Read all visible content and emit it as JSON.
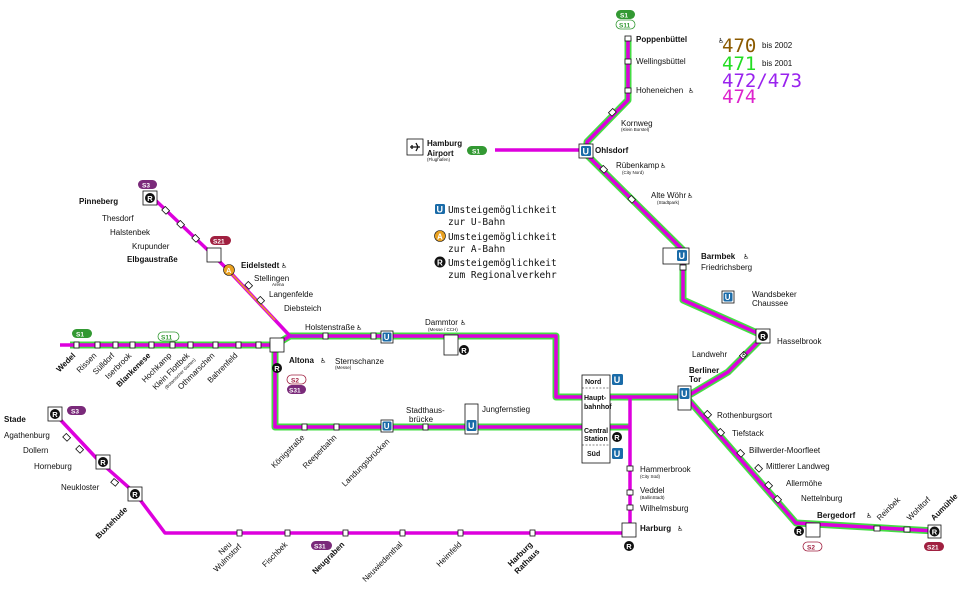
{
  "legend": {
    "lines": [
      {
        "number": "470",
        "note": "bis 2002",
        "color": "#8B5A00"
      },
      {
        "number": "471",
        "note": "bis 2001",
        "color": "#22DD22"
      },
      {
        "number": "472/473",
        "note": "",
        "color": "#9922EE"
      },
      {
        "number": "474",
        "note": "",
        "color": "#DD22CC"
      }
    ],
    "symbols": [
      {
        "icon": "U",
        "line1": "Umsteigemöglichkeit",
        "line2": "zur U-Bahn"
      },
      {
        "icon": "A",
        "line1": "Umsteigemöglichkeit",
        "line2": "zur A-Bahn"
      },
      {
        "icon": "R",
        "line1": "Umsteigemöglichkeit",
        "line2": "zum Regionalverkehr"
      }
    ]
  },
  "colors": {
    "magenta": "#DD00DD",
    "green": "#44DD44",
    "dark_green": "#339933",
    "s3_purple": "#7A2A7A",
    "s21_red": "#A02040",
    "u_blue": "#1A6BA8",
    "a_orange": "#E8A020"
  },
  "badges": {
    "s1_top_a": "S1",
    "s1_top_b": "S11",
    "s1_airport": "S1",
    "s3_pinneberg": "S3",
    "s21_eidelstedt": "S21",
    "s1_wedel": "S1",
    "s11_wedel": "S11",
    "s2_altona": "S2",
    "s31_altona": "S31",
    "s3_stade": "S3",
    "s31_neugraben": "S31",
    "s2_bergedorf": "S2",
    "s21_aumuehle": "S21"
  },
  "stations": {
    "poppenbuettel": "Poppenbüttel",
    "wellingsbuettel": "Wellingsbüttel",
    "hoheneichen": "Hoheneichen",
    "kornweg": "Kornweg",
    "kornweg_sub": "(Klein Borstel)",
    "airport1": "Hamburg",
    "airport2": "Airport",
    "airport_sub": "(Flughafen)",
    "ohlsdorf": "Ohlsdorf",
    "ruebenkamp": "Rübenkamp",
    "ruebenkamp_sub": "(City Nord)",
    "alte_woehr": "Alte Wöhr",
    "alte_woehr_sub": "(Stadtpark)",
    "barmbek": "Barmbek",
    "friedrichsberg": "Friedrichsberg",
    "wandsbeker1": "Wandsbeker",
    "wandsbeker2": "Chaussee",
    "hasselbrook": "Hasselbrook",
    "landwehr": "Landwehr",
    "berliner1": "Berliner",
    "berliner2": "Tor",
    "rothenburgsort": "Rothenburgsort",
    "tiefstack": "Tiefstack",
    "billwerder": "Billwerder-Moorfleet",
    "mittlerer": "Mittlerer Landweg",
    "allermoehe": "Allermöhe",
    "nettelnburg": "Nettelnburg",
    "bergedorf": "Bergedorf",
    "reinbek": "Reinbek",
    "wohltorf": "Wohltorf",
    "aumuehle": "Aumühle",
    "pinneberg": "Pinneberg",
    "thesdorf": "Thesdorf",
    "halstenbek": "Halstenbek",
    "krupunder": "Krupunder",
    "elbgaustrasse": "Elbgaustraße",
    "eidelstedt": "Eidelstedt",
    "stellingen": "Stellingen",
    "stellingen_sub": "Arena",
    "langenfelde": "Langenfelde",
    "diebsteich": "Diebsteich",
    "holstenstrasse": "Holstenstraße",
    "dammtor": "Dammtor",
    "dammtor_sub": "(Messe / CCH)",
    "sternschanze": "Sternschanze",
    "sternschanze_sub": "(Messe)",
    "altona": "Altona",
    "wedel": "Wedel",
    "rissen": "Rissen",
    "suelldorf": "Sülldorf",
    "iserbrook": "Iserbrook",
    "blankenese": "Blankenese",
    "hochkamp": "Hochkamp",
    "klein_flottbek": "Klein Flottbek",
    "klein_flottbek_sub": "(Botanischer Garten)",
    "othmarschen": "Othmarschen",
    "bahrenfeld": "Bahrenfeld",
    "koenigstrasse": "Königstraße",
    "reeperbahn": "Reeperbahn",
    "landungsbruecken": "Landungsbrücken",
    "stadthaus1": "Stadthaus-",
    "stadthaus2": "brücke",
    "jungfernstieg": "Jungfernstieg",
    "hbf_nord": "Nord",
    "hbf1": "Haupt-",
    "hbf2": "bahnhof",
    "hbf3": "Central",
    "hbf4": "Station",
    "hbf_sued": "Süd",
    "hammerbrook": "Hammerbrook",
    "hammerbrook_sub": "(City Süd)",
    "veddel": "Veddel",
    "veddel_sub": "(BallinStadt)",
    "wilhelmsburg": "Wilhelmsburg",
    "harburg": "Harburg",
    "harburg_rathaus1": "Harburg",
    "harburg_rathaus2": "Rathaus",
    "heimfeld": "Heimfeld",
    "neuwiedenthal": "Neuwiedenthal",
    "neugraben": "Neugraben",
    "fischbek": "Fischbek",
    "neu_wulmstorf1": "Neu",
    "neu_wulmstorf2": "Wulmstorf",
    "buxtehude": "Buxtehude",
    "neukloster": "Neukloster",
    "horneburg": "Horneburg",
    "dollern": "Dollern",
    "agathenburg": "Agathenburg",
    "stade": "Stade"
  },
  "icons": {
    "U": "U",
    "A": "A",
    "R": "R",
    "accessible": "♿",
    "parking": "P",
    "bus": "▭"
  }
}
